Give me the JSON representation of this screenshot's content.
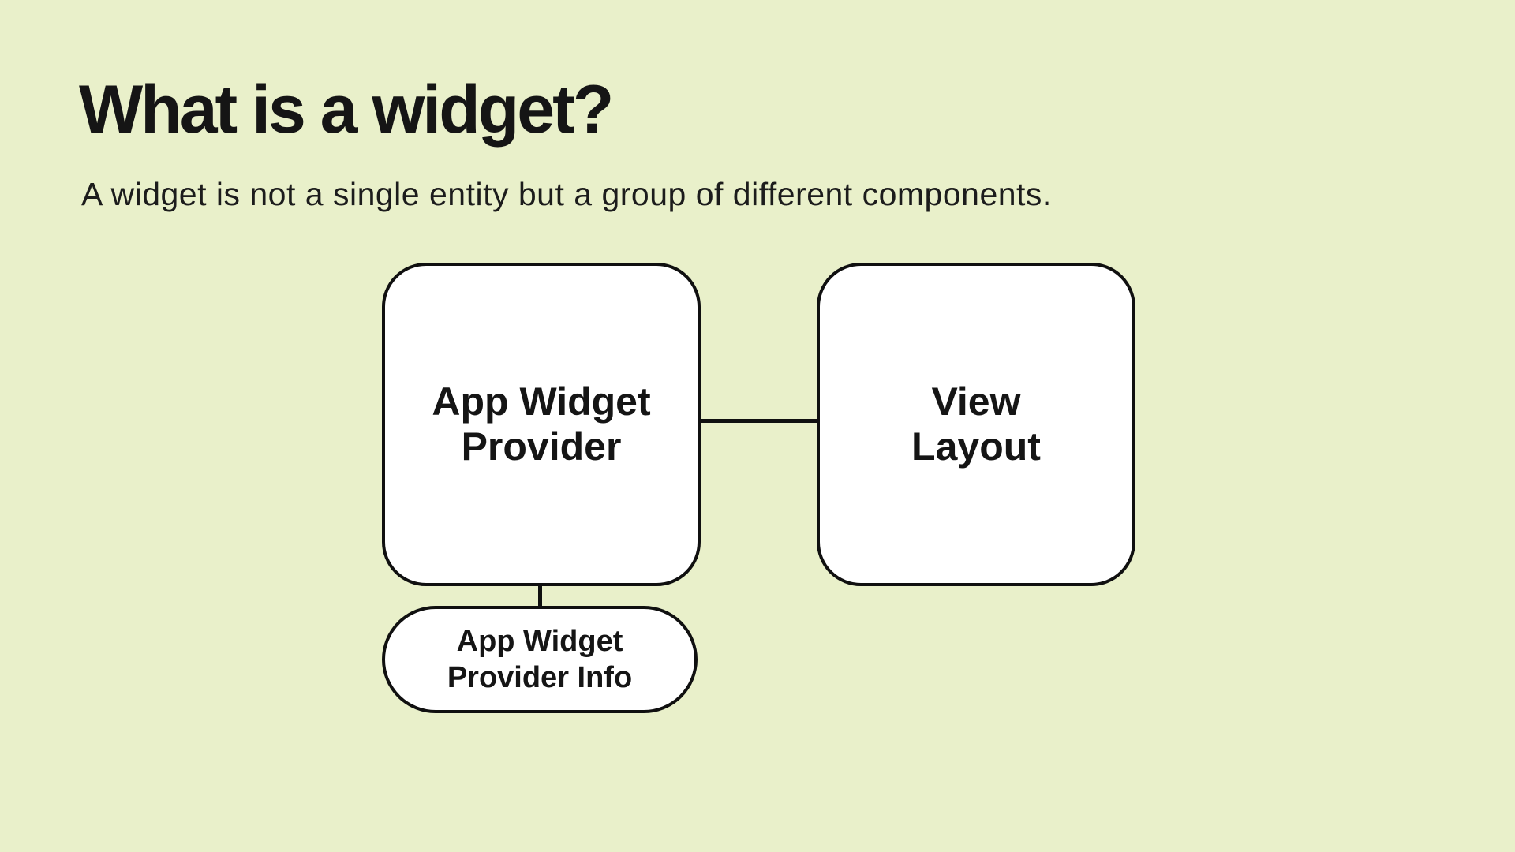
{
  "slide": {
    "title": "What is a widget?",
    "subtitle": "A widget is not a single entity but a group of different components."
  },
  "diagram": {
    "nodes": {
      "provider": {
        "line1": "App Widget",
        "line2": "Provider"
      },
      "view_layout": {
        "line1": "View",
        "line2": "Layout"
      },
      "provider_info": {
        "line1": "App Widget",
        "line2": "Provider Info"
      }
    },
    "edges": [
      {
        "from": "app-widget-provider",
        "to": "view-layout"
      },
      {
        "from": "app-widget-provider",
        "to": "app-widget-provider-info"
      }
    ]
  },
  "colors": {
    "background": "#E9F0CA",
    "box_fill": "#FFFFFF",
    "stroke": "#101010",
    "text": "#151515"
  }
}
